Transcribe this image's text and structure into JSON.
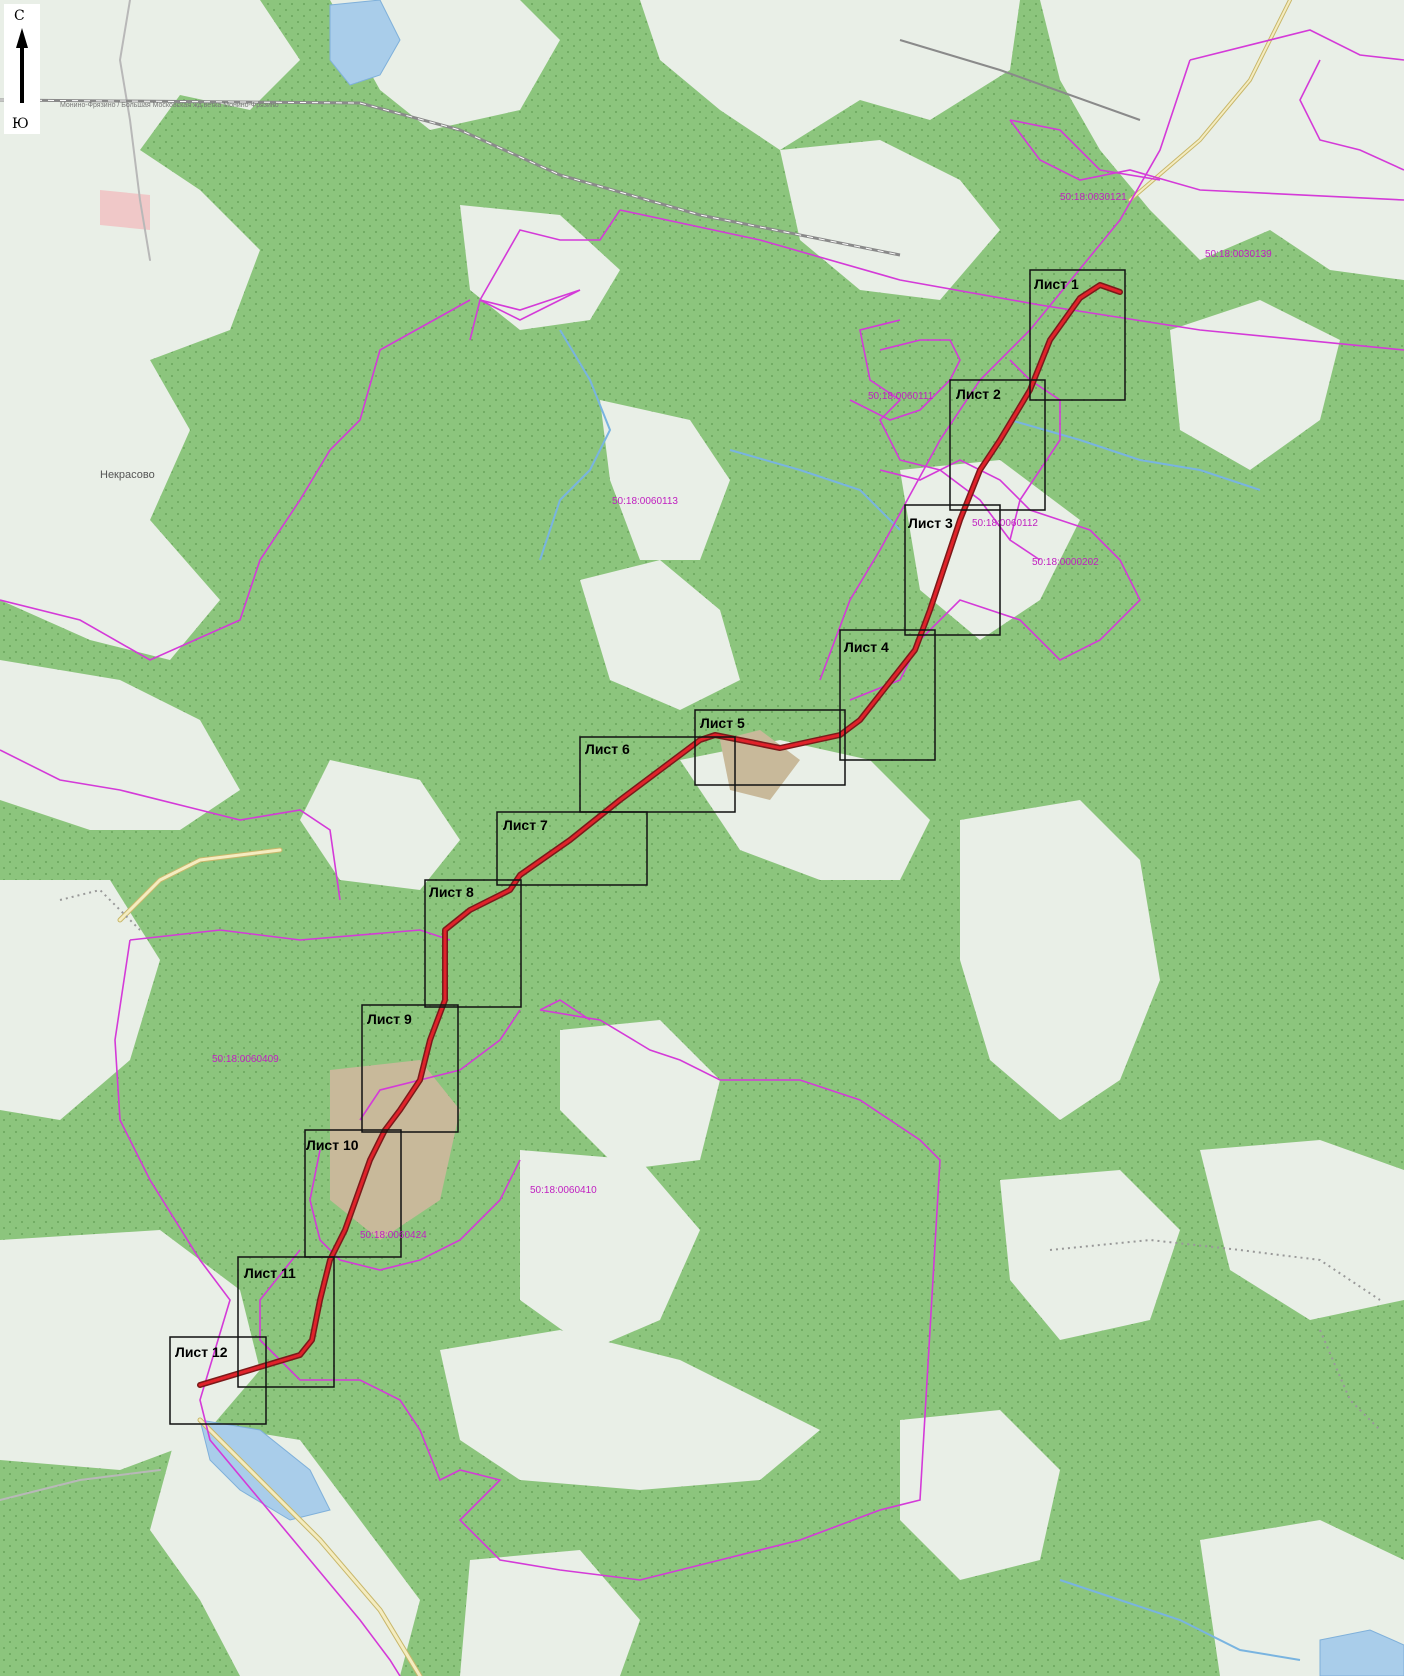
{
  "compass": {
    "north": "С",
    "south": "Ю"
  },
  "places": [
    {
      "id": "nekrasovo",
      "name": "Некрасово"
    }
  ],
  "rail_label": "Монино-Фрязино / Большая Московская жд ветка Монино-Фрязино",
  "sheets": [
    {
      "id": "1",
      "label": "Лист 1"
    },
    {
      "id": "2",
      "label": "Лист 2"
    },
    {
      "id": "3",
      "label": "Лист 3"
    },
    {
      "id": "4",
      "label": "Лист 4"
    },
    {
      "id": "5",
      "label": "Лист 5"
    },
    {
      "id": "6",
      "label": "Лист 6"
    },
    {
      "id": "7",
      "label": "Лист 7"
    },
    {
      "id": "8",
      "label": "Лист 8"
    },
    {
      "id": "9",
      "label": "Лист 9"
    },
    {
      "id": "10",
      "label": "Лист 10"
    },
    {
      "id": "11",
      "label": "Лист 11"
    },
    {
      "id": "12",
      "label": "Лист 12"
    }
  ],
  "parcels": [
    {
      "id": "p121",
      "label": "50:18:0030121"
    },
    {
      "id": "p139",
      "label": "50:18:0030139"
    },
    {
      "id": "p111",
      "label": "50:18:0060111"
    },
    {
      "id": "p113",
      "label": "50:18:0060113"
    },
    {
      "id": "p112",
      "label": "50:18:0060112"
    },
    {
      "id": "p202",
      "label": "50:18:0000202"
    },
    {
      "id": "p409",
      "label": "50:18:0060409"
    },
    {
      "id": "p410",
      "label": "50:18:0060410"
    },
    {
      "id": "p424",
      "label": "50:18:0060424"
    }
  ],
  "colors": {
    "forest": "#8cc57d",
    "forest_dot": "#72ad64",
    "clearing": "#e9efe7",
    "water": "#a9cdea",
    "road_fill": "#f4ecc0",
    "road_casing": "#c8b76a",
    "boundary": "#d43ad8",
    "route": "#e0222a",
    "route_outline": "#7a1a1a",
    "sheet_frame": "#111111",
    "parcel_text": "#c020c0",
    "field": "#c8b99a"
  }
}
